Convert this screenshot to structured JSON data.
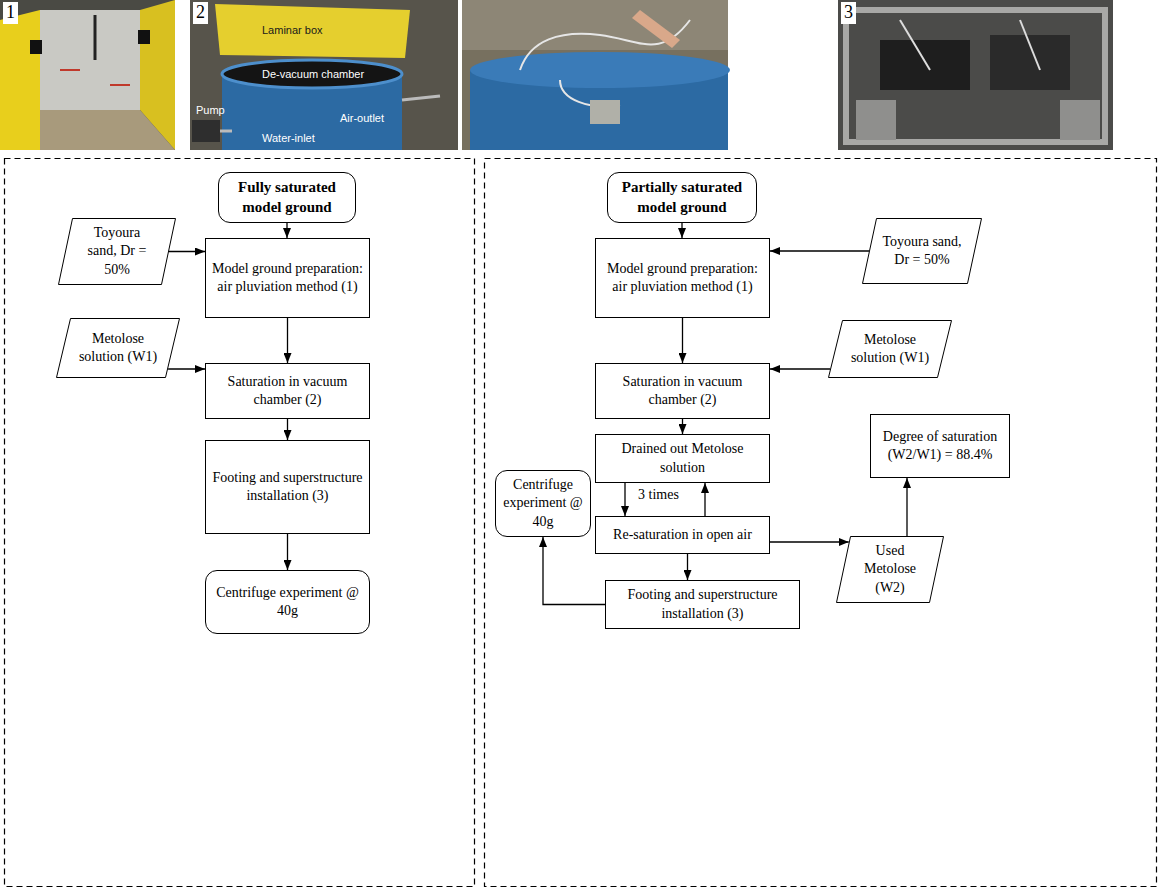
{
  "diagram": {
    "nodes": [
      {
        "text": [
          "Fully saturated model ground"
        ]
      },
      {
        "text": [
          "Toyoura sand, Dr = 50%"
        ]
      },
      {
        "text": [
          "Model ground preparation: air pluviation method (1)"
        ]
      },
      {
        "text": [
          "Metolose solution (W1)"
        ]
      },
      {
        "text": [
          "Saturation in vacuum chamber (2)"
        ]
      },
      {
        "text": [
          "Footing and superstructure installation (3)"
        ]
      },
      {
        "text": [
          "Centrifuge experiment @ 40g"
        ]
      },
      {
        "text": [
          "Partially saturated model ground"
        ]
      },
      {
        "text": [
          "Toyoura sand, Dr = 50%"
        ]
      },
      {
        "text": [
          "Model ground preparation: air pluviation method (1)"
        ]
      },
      {
        "text": [
          "Metolose solution (W1)"
        ]
      },
      {
        "text": [
          "Saturation in vacuum chamber (2)"
        ]
      },
      {
        "text": [
          "Drained out Metolose solution"
        ]
      },
      {
        "text": [
          "Degree of saturation (W2/W1) = 88.4%"
        ]
      },
      {
        "text": [
          "Re-saturation in open air"
        ]
      },
      {
        "text": [
          "Used Metolose (W2)"
        ]
      },
      {
        "text": [
          "Centrifuge experiment @ 40g"
        ]
      },
      {
        "text": [
          "Footing and superstructure installation (3)"
        ]
      }
    ],
    "edges": [
      {
        "from": 0,
        "to": 2,
        "arrow": "to"
      },
      {
        "from": 1,
        "to": 2,
        "arrow": "to"
      },
      {
        "from": 3,
        "to": 4,
        "arrow": "to"
      },
      {
        "from": 2,
        "to": 4,
        "arrow": "to"
      },
      {
        "from": 4,
        "to": 5,
        "arrow": "to"
      },
      {
        "from": 5,
        "to": 6,
        "arrow": "to"
      },
      {
        "from": 7,
        "to": 9,
        "arrow": "to"
      },
      {
        "from": 8,
        "to": 9,
        "arrow": "to"
      },
      {
        "from": 10,
        "to": 11,
        "arrow": "to"
      },
      {
        "from": 9,
        "to": 11,
        "arrow": "to"
      },
      {
        "from": 11,
        "to": 12,
        "arrow": "to"
      },
      {
        "from": 12,
        "to": 14,
        "arrow": "to"
      },
      {
        "from": 14,
        "to": 12,
        "arrow": "to"
      },
      {
        "from": 14,
        "to": 15,
        "arrow": "to"
      },
      {
        "from": 15,
        "to": 13,
        "arrow": "to"
      },
      {
        "from": 14,
        "to": 17,
        "arrow": "to"
      },
      {
        "from": 17,
        "to": 16,
        "arrow": "to"
      }
    ],
    "labels": [
      "1",
      "2",
      "Laminar box",
      "De-vacuum chamber",
      "Pump",
      "Air-outlet",
      "Water-inlet",
      "3",
      "3 times"
    ]
  }
}
